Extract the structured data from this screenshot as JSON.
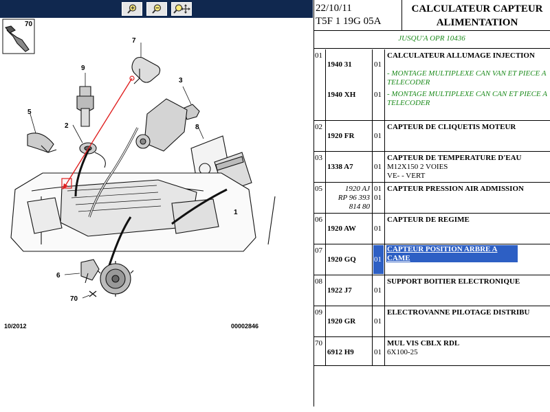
{
  "toolbar": {
    "buttons": [
      {
        "name": "zoom-in-icon"
      },
      {
        "name": "zoom-out-icon"
      },
      {
        "name": "zoom-pan-icon"
      }
    ],
    "background": "#10284f"
  },
  "diagram": {
    "callouts": [
      "70",
      "7",
      "9",
      "3",
      "5",
      "2",
      "8",
      "1",
      "6",
      "70"
    ],
    "footer_left": "10/2012",
    "footer_right": "00002846",
    "highlight_color": "#e02020"
  },
  "header": {
    "date": "22/10/11",
    "reference": "T5F 1 19G 05A",
    "title": "CALCULATEUR CAPTEUR ALIMENTATION",
    "subtitle": "JUSQU'A OPR 10436"
  },
  "rows": [
    {
      "index": "01",
      "refs": [
        "1940 31",
        "1940 XH"
      ],
      "qtys": [
        "01",
        "01"
      ],
      "title": "CALCULATEUR ALLUMAGE INJECTION",
      "notes": [
        "- MONTAGE MULTIPLEXE CAN VAN ET PIECE A TELECODER",
        "- MONTAGE MULTIPLEXE CAN CAN ET PIECE A TELECODER"
      ]
    },
    {
      "index": "02",
      "ref": "1920 FR",
      "qty": "01",
      "title": "CAPTEUR DE CLIQUETIS MOTEUR"
    },
    {
      "index": "03",
      "ref": "1338 A7",
      "qty": "01",
      "title": "CAPTEUR DE TEMPERATURE D'EAU",
      "details": [
        "M12X150 2 VOIES",
        "VE- - VERT"
      ]
    },
    {
      "index": "05",
      "refs": [
        "1920 AJ",
        "RP 96 393",
        "814 80"
      ],
      "qtys": [
        "01",
        "01"
      ],
      "title": "CAPTEUR PRESSION AIR ADMISSION"
    },
    {
      "index": "06",
      "ref": "1920 AW",
      "qty": "01",
      "title": "CAPTEUR DE REGIME"
    },
    {
      "index": "07",
      "ref": "1920 GQ",
      "qty": "01",
      "title": "CAPTEUR POSITION ARBRE A CAME",
      "selected": true
    },
    {
      "index": "08",
      "ref": "1922 J7",
      "qty": "01",
      "title": "SUPPORT BOITIER ELECTRONIQUE"
    },
    {
      "index": "09",
      "ref": "1920 GR",
      "qty": "01",
      "title": "ELECTROVANNE PILOTAGE DISTRIBU"
    },
    {
      "index": "70",
      "ref": "6912 H9",
      "qty": "01",
      "title": "MUL VIS CBLX RDL",
      "details": [
        "6X100-25"
      ]
    }
  ]
}
